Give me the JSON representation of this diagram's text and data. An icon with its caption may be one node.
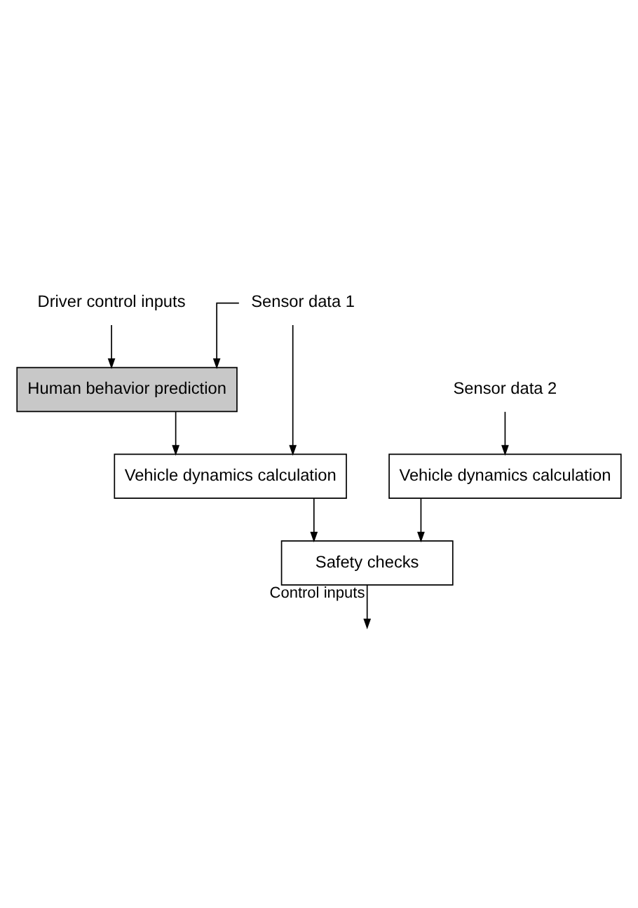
{
  "diagram": {
    "nodes": [
      {
        "text": [
          "Driver control inputs"
        ]
      },
      {
        "text": [
          "Sensor data 1"
        ]
      },
      {
        "text": [
          "Human behavior prediction"
        ]
      },
      {
        "text": [
          "Vehicle dynamics calculation"
        ]
      },
      {
        "text": [
          "Sensor data 2"
        ]
      },
      {
        "text": [
          "Vehicle dynamics calculation"
        ]
      },
      {
        "text": [
          "Safety checks"
        ]
      }
    ],
    "edges": [
      {
        "from": 0,
        "to": 2,
        "arrow": "to"
      },
      {
        "from": 1,
        "to": 2,
        "arrow": "to"
      },
      {
        "from": 1,
        "to": 3,
        "arrow": "to"
      },
      {
        "from": 2,
        "to": 3,
        "arrow": "to"
      },
      {
        "from": 4,
        "to": 5,
        "arrow": "to"
      },
      {
        "from": 3,
        "to": 6,
        "arrow": "to"
      },
      {
        "from": 5,
        "to": 6,
        "arrow": "to"
      },
      {
        "from": 6,
        "to": null,
        "arrow": "to",
        "label": "Control inputs"
      }
    ]
  }
}
